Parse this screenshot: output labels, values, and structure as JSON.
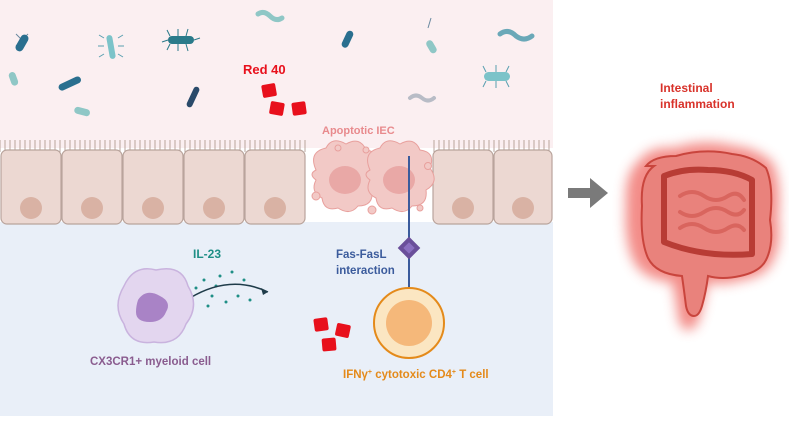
{
  "labels": {
    "red40": "Red 40",
    "apoptotic_iec": "Apoptotic IEC",
    "intestinal_inflammation_line1": "Intestinal",
    "intestinal_inflammation_line2": "inflammation",
    "il23": "IL-23",
    "fas_fasl_line1": "Fas-FasL",
    "fas_fasl_line2": "interaction",
    "myeloid_cell": "CX3CR1+ myeloid cell",
    "tcell_prefix": "IFNγ",
    "tcell_sup1": "+",
    "tcell_middle": " cytotoxic CD4",
    "tcell_sup2": "+",
    "tcell_suffix": " T cell"
  },
  "colors": {
    "red40": "#e8101c",
    "apoptotic": "#e88a8d",
    "inflammation": "#d8322a",
    "il23": "#1f8f86",
    "fas": "#3b5b9c",
    "myeloid": "#8a5c8f",
    "tcell": "#e48a1a",
    "lumen_bg": "#fbeff1",
    "lamina_bg": "#e9eff8",
    "epithelium": "#ecd8d2",
    "nucleus": "#d9b2a4",
    "arrow": "#7a7a7a"
  },
  "icons": [
    "bacteria-icon",
    "red40-dye-icon",
    "apoptotic-cell-icon",
    "fas-receptor-icon",
    "myeloid-cell-icon",
    "t-cell-icon",
    "cytokine-arrow-icon",
    "process-arrow-icon",
    "intestine-icon"
  ]
}
